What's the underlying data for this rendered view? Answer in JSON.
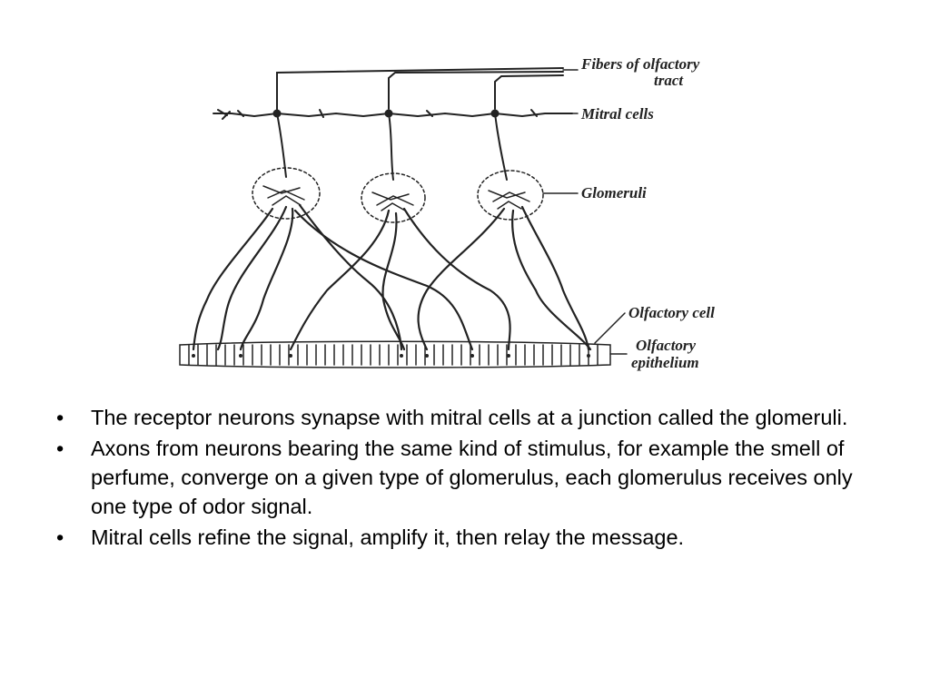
{
  "diagram": {
    "labels": {
      "fibers": [
        "Fibers of olfactory",
        "tract"
      ],
      "mitral": "Mitral cells",
      "glomeruli": "Glomeruli",
      "olfactory_cell": "Olfactory cell",
      "epithelium": [
        "Olfactory",
        "epithelium"
      ]
    }
  },
  "bullets": [
    "The receptor neurons synapse with mitral cells at a junction called the glomeruli.",
    "Axons from neurons bearing the same kind of stimulus, for example the smell of perfume, converge on a given type of glomerulus, each glomerulus receives only one type of odor signal.",
    "Mitral cells refine the signal, amplify it, then relay the message."
  ],
  "bullet_symbol": "•"
}
